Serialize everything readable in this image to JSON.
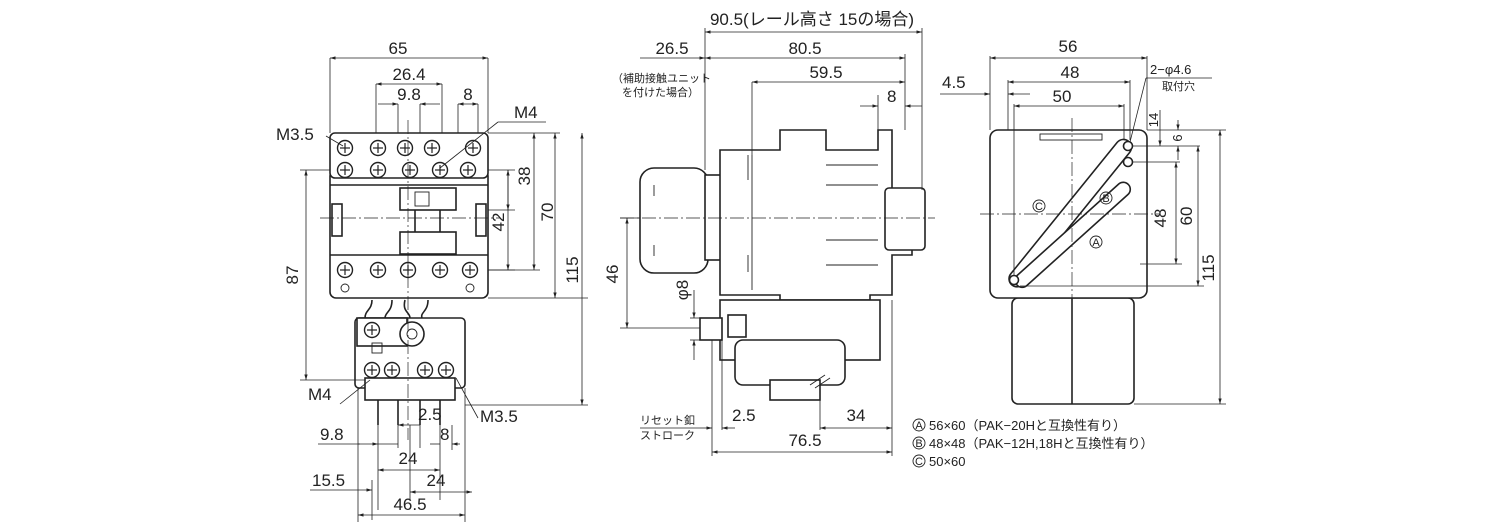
{
  "front": {
    "w65": "65",
    "w26_4": "26.4",
    "w9_8": "9.8",
    "w8": "8",
    "m3_5": "M3.5",
    "m4": "M4",
    "h38": "38",
    "h42": "42",
    "h70": "70",
    "h87": "87",
    "h115": "115",
    "m4_low": "M4",
    "m3_5_low": "M3.5",
    "b2_5": "2.5",
    "b9_8": "9.8",
    "b8": "8",
    "b24a": "24",
    "b15_5": "15.5",
    "b24b": "24",
    "b46_5": "46.5"
  },
  "side": {
    "w90_5": "90.5(レール高さ 15の場合)",
    "w26_5": "26.5",
    "w80_5": "80.5",
    "w59_5": "59.5",
    "w8": "8",
    "note1": "（補助接触ユニット",
    "note2": "を付けた場合）",
    "h46": "46",
    "phi8": "φ8",
    "reset1": "リセット釦",
    "reset2": "ストローク",
    "b2_5": "2.5",
    "b34": "34",
    "b76_5": "76.5"
  },
  "mount": {
    "w56": "56",
    "w48": "48",
    "w50": "50",
    "w4_5": "4.5",
    "hole": "2−φ4.6",
    "hole2": "取付穴",
    "h14": "14",
    "h6": "6",
    "h48": "48",
    "h60": "60",
    "h115": "115",
    "la": "A",
    "lb": "B",
    "lc": "C"
  },
  "legend": [
    {
      "mark": "A",
      "text": "56×60（PAK−20Hと互換性有り）"
    },
    {
      "mark": "B",
      "text": "48×48（PAK−12H,18Hと互換性有り）"
    },
    {
      "mark": "C",
      "text": "50×60"
    }
  ]
}
